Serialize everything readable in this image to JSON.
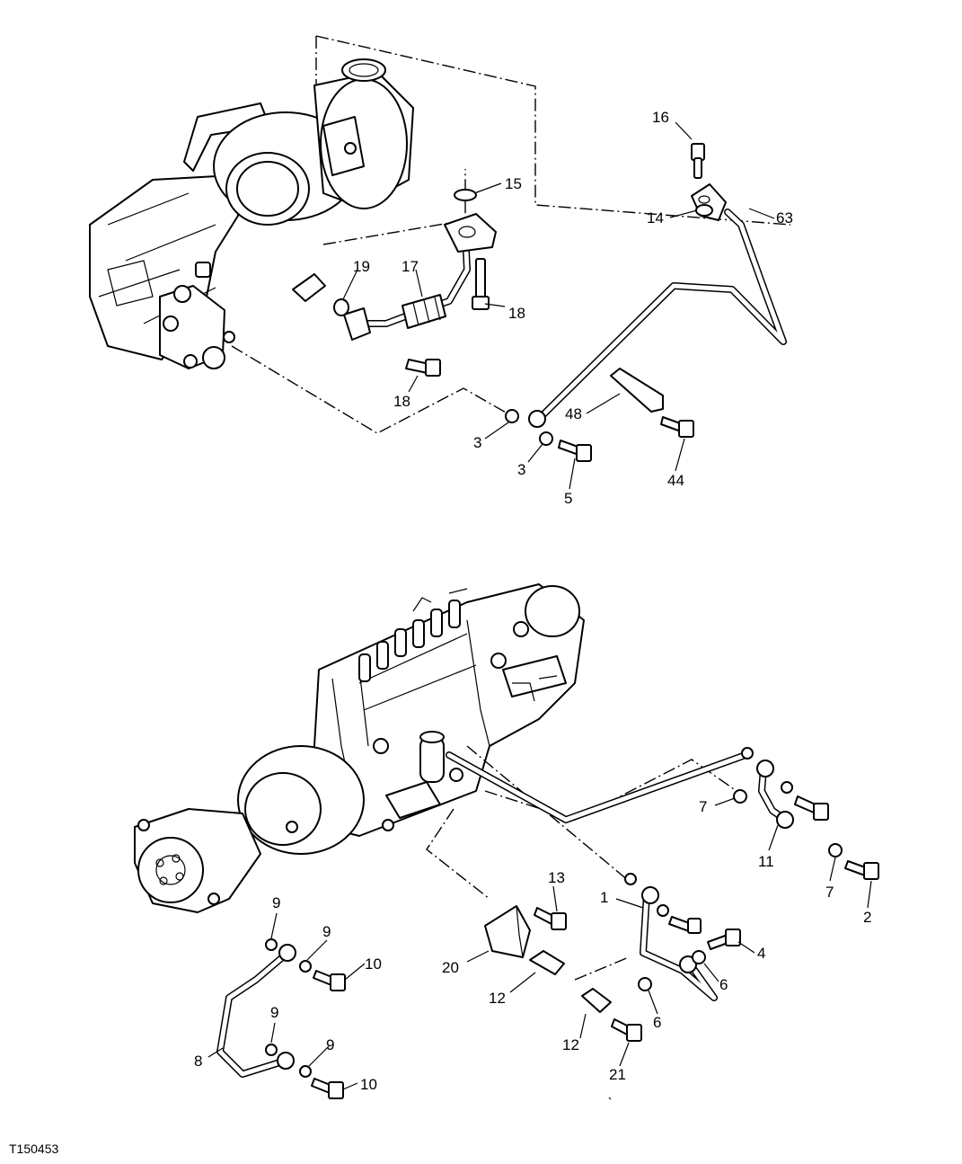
{
  "figure_id": "T150453",
  "callouts": {
    "c16": "16",
    "c15": "15",
    "c14": "14",
    "c63": "63",
    "c19": "19",
    "c17": "17",
    "c18a": "18",
    "c18b": "18",
    "c48": "48",
    "c3a": "3",
    "c3b": "3",
    "c44": "44",
    "c5": "5",
    "c7a": "7",
    "c11": "11",
    "c7b": "7",
    "c2": "2",
    "c13": "13",
    "c1": "1",
    "c4": "4",
    "c9a": "9",
    "c9b": "9",
    "c10a": "10",
    "c20": "20",
    "c6a": "6",
    "c12a": "12",
    "c6b": "6",
    "c9c": "9",
    "c9d": "9",
    "c12b": "12",
    "c21": "21",
    "c8": "8",
    "c10b": "10"
  }
}
